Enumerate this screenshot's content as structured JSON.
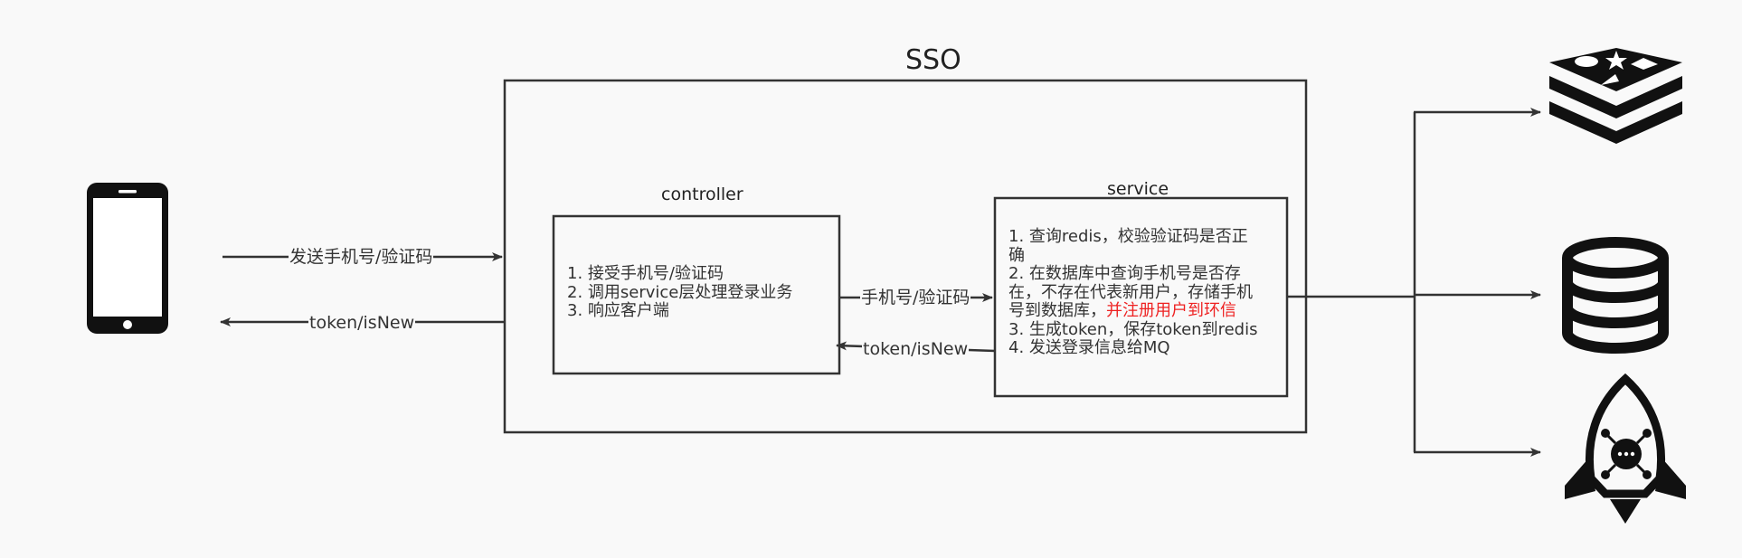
{
  "sso": {
    "title": "SSO"
  },
  "controller": {
    "title": "controller",
    "steps": [
      "1. 接受手机号/验证码",
      "2. 调用service层处理登录业务",
      "3. 响应客户端"
    ]
  },
  "service": {
    "title": "service",
    "lines": [
      "1. 查询redis，校验验证码是否正",
      "确",
      "2. 在数据库中查询手机号是否存",
      "在，不存在代表新用户，存储手机",
      "号到数据库，",
      "并注册用户到环信",
      "3. 生成token，保存token到redis",
      "4. 发送登录信息给MQ"
    ],
    "highlight_color": "#ee2222"
  },
  "edges": {
    "client_to_sso": "发送手机号/验证码",
    "sso_to_client": "token/isNew",
    "controller_to_service": "手机号/验证码",
    "service_to_controller": "token/isNew"
  },
  "icons": {
    "client": "mobile-phone-icon",
    "cache": "redis-icon",
    "db": "database-icon",
    "mq": "rocket-mq-icon"
  },
  "colors": {
    "line": "#333333",
    "icon": "#111111",
    "background": "#f9f9f9"
  }
}
